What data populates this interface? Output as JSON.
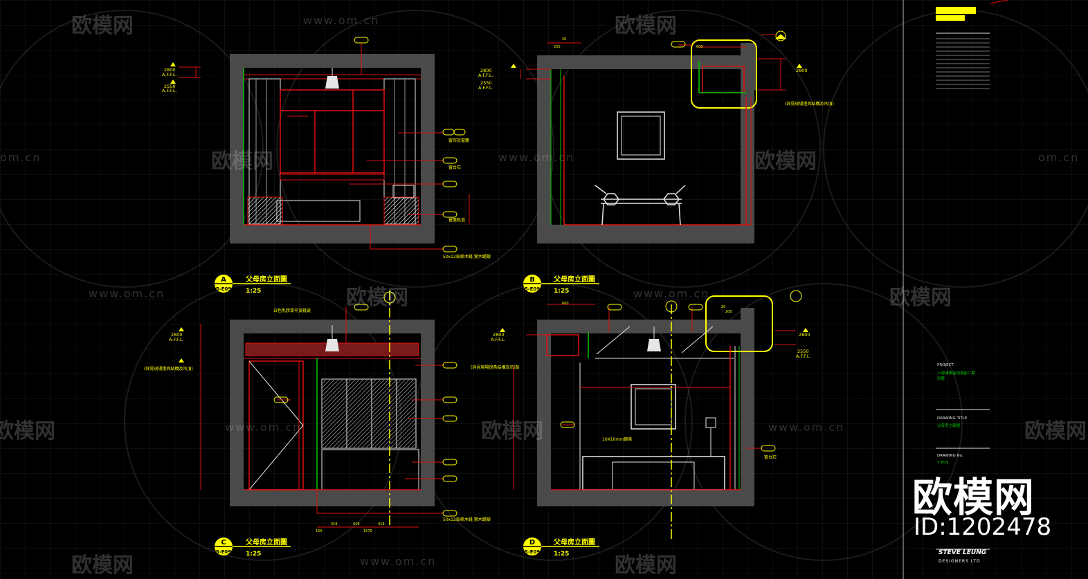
{
  "watermark": {
    "site": "www.om.cn",
    "site_partial": "om.cn",
    "logo": "欧模网",
    "logo_partial": "欧模网",
    "big_logo": "欧模网",
    "id_text": "ID:1202478"
  },
  "views": [
    {
      "letter": "A",
      "sheet": "5-E09",
      "title": "父母房立面圖",
      "scale": "1:25"
    },
    {
      "letter": "B",
      "sheet": "5-E09",
      "title": "父母房立面圖",
      "scale": "1:25"
    },
    {
      "letter": "C",
      "sheet": "5-E09",
      "title": "父母房立面圖",
      "scale": "1:25"
    },
    {
      "letter": "D",
      "sheet": "5-E09",
      "title": "父母房立面圖",
      "scale": "1:25"
    }
  ],
  "levels": {
    "upper": "2800",
    "lower": "2550",
    "affl": "A.F.F.L."
  },
  "dimensions": {
    "c_bottom": [
      "150",
      "416",
      "416",
      "416"
    ],
    "c_total": "1570",
    "b_top": [
      "250",
      "20",
      "600"
    ],
    "d_top": [
      "600",
      "20",
      "200"
    ]
  },
  "notes": {
    "a_cushion": "窗台石",
    "a_curtain": "窗帘及窗簾",
    "a_sill": "窗台石",
    "a_base": "窗簾軌道",
    "a_skirting": "50x12鉛條木綫 實木踢腳",
    "c_skirting": "50x12鉛條木綫 實木踢腳",
    "c_top": "白色乳膠漆平頂批嵌",
    "c_ceiling_note": "(詳見現場燈具結構及吊頂)",
    "b_ceiling_note": "(詳見現場燈具結構及吊頂)",
    "d_ceiling_note": "(詳見現場燈具結構及吊頂)",
    "d_mirror": "10X10mm鏡條",
    "d_sill": "窗台石"
  },
  "title_block": {
    "project_label": "PROJECT",
    "project_name": "上海浦東金地湯臣二期",
    "project_sub": "別墅",
    "drawing_title_label": "DRAWING TITLE",
    "drawing_title": "父母房立面圖",
    "drawing_no_label": "DRAWING No.",
    "drawing_no": "5-E09",
    "brand_top": "STEVE LEUNG",
    "brand_bottom": "DESIGNERS LTD"
  },
  "colors": {
    "bg": "#000000",
    "grid": "#1a1a1a",
    "wall": "#4a4a4a",
    "red": "#e01010",
    "yellow": "#ffff00",
    "green": "#00c800",
    "white": "#e6e6e6"
  }
}
